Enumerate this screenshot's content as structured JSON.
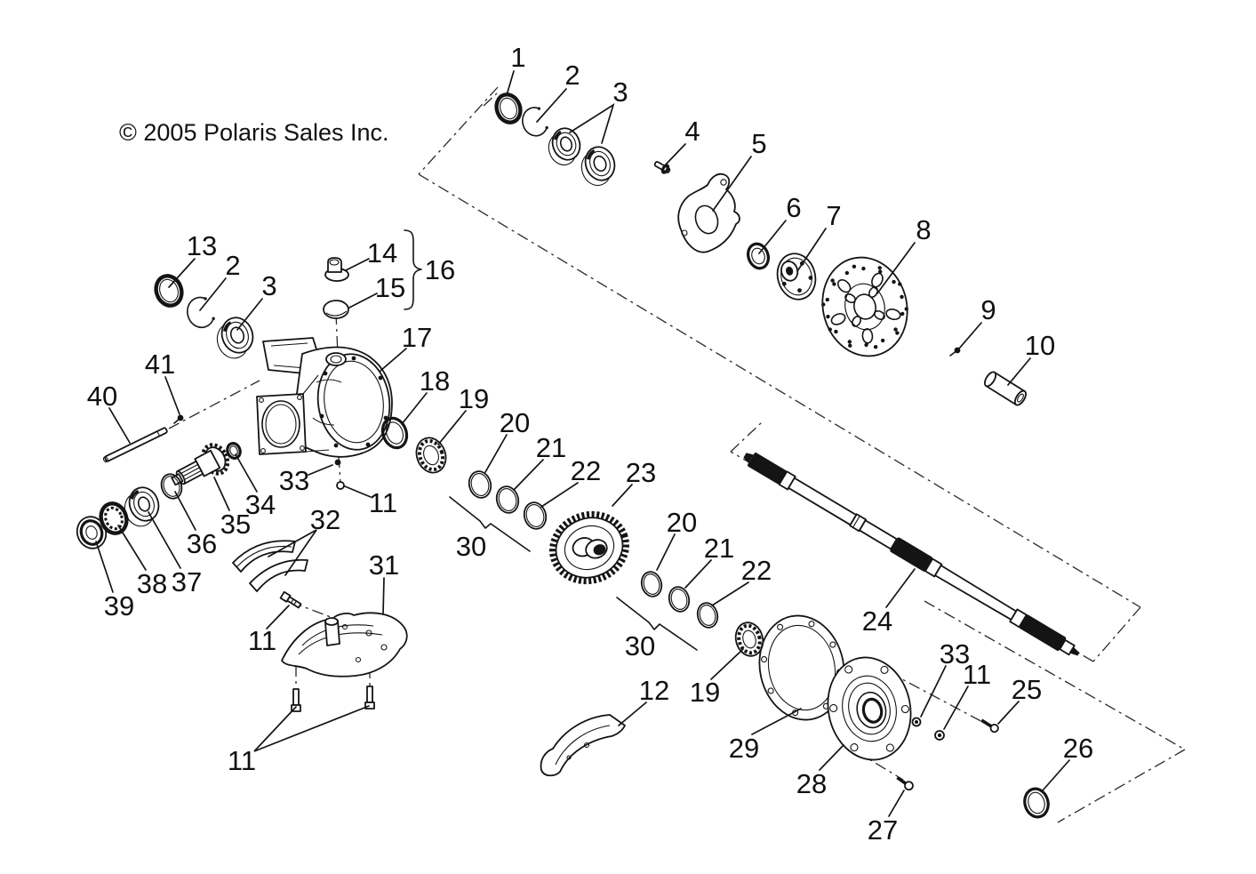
{
  "copyright": "© 2005 Polaris Sales Inc.",
  "colors": {
    "ink": "#141414",
    "background": "#ffffff"
  },
  "callouts": [
    {
      "label": "1"
    },
    {
      "label": "2"
    },
    {
      "label": "3"
    },
    {
      "label": "4"
    },
    {
      "label": "5"
    },
    {
      "label": "6"
    },
    {
      "label": "7"
    },
    {
      "label": "8"
    },
    {
      "label": "9"
    },
    {
      "label": "10"
    },
    {
      "label": "13"
    },
    {
      "label": "2"
    },
    {
      "label": "3"
    },
    {
      "label": "14"
    },
    {
      "label": "15"
    },
    {
      "label": "16"
    },
    {
      "label": "17"
    },
    {
      "label": "40"
    },
    {
      "label": "41"
    },
    {
      "label": "18"
    },
    {
      "label": "19"
    },
    {
      "label": "20"
    },
    {
      "label": "21"
    },
    {
      "label": "22"
    },
    {
      "label": "23"
    },
    {
      "label": "30"
    },
    {
      "label": "33"
    },
    {
      "label": "11"
    },
    {
      "label": "34"
    },
    {
      "label": "35"
    },
    {
      "label": "36"
    },
    {
      "label": "37"
    },
    {
      "label": "38"
    },
    {
      "label": "39"
    },
    {
      "label": "32"
    },
    {
      "label": "31"
    },
    {
      "label": "11"
    },
    {
      "label": "11"
    },
    {
      "label": "12"
    },
    {
      "label": "20"
    },
    {
      "label": "21"
    },
    {
      "label": "22"
    },
    {
      "label": "30"
    },
    {
      "label": "19"
    },
    {
      "label": "24"
    },
    {
      "label": "29"
    },
    {
      "label": "28"
    },
    {
      "label": "27"
    },
    {
      "label": "33"
    },
    {
      "label": "11"
    },
    {
      "label": "25"
    },
    {
      "label": "26"
    }
  ]
}
